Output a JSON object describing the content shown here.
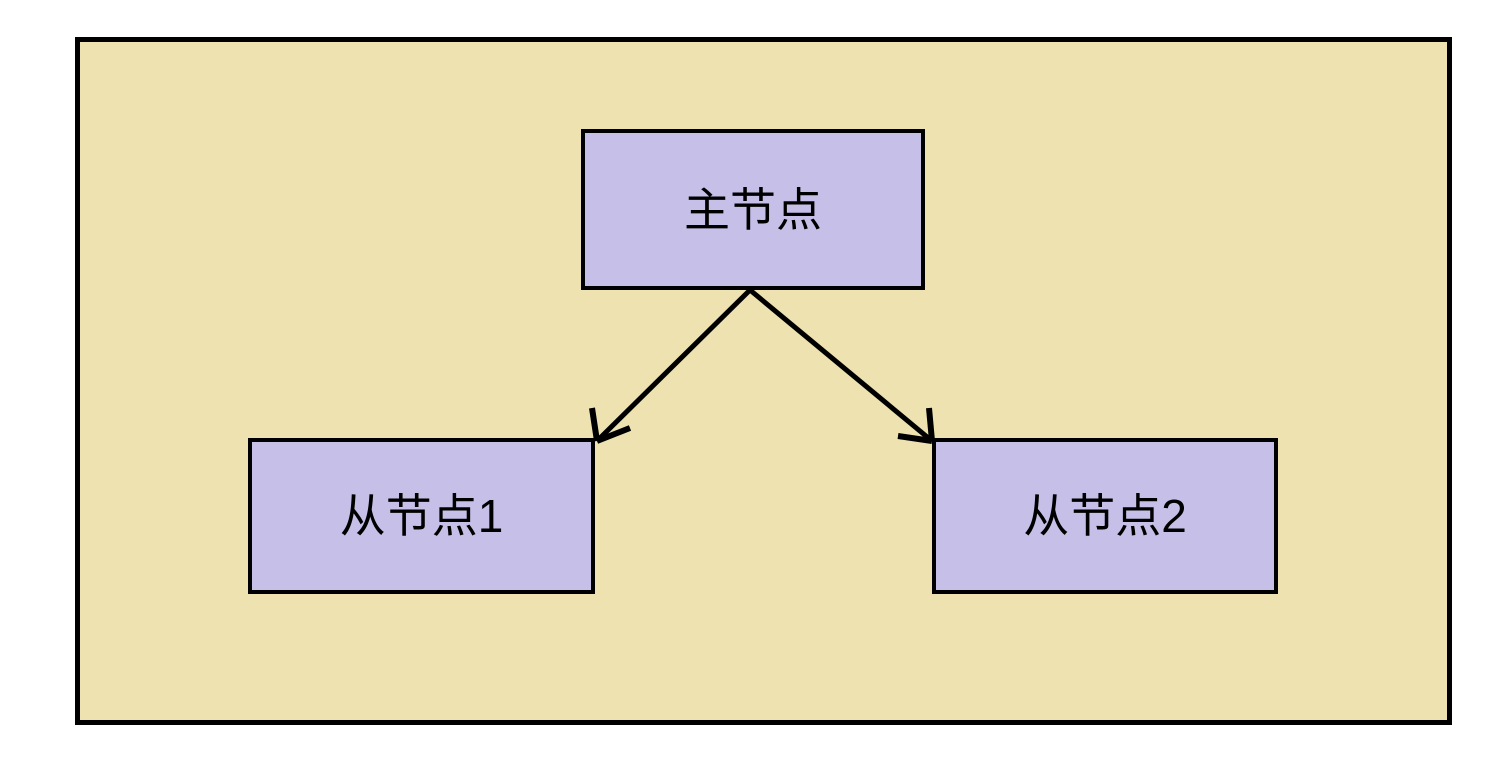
{
  "diagram": {
    "type": "node-hierarchy",
    "container": {
      "name": "cluster-boundary",
      "fill_color": "#ede2b0",
      "border_color": "#000000"
    },
    "node_style": {
      "fill_color": "#c6c0e8",
      "border_color": "#000000",
      "text_color": "#000000"
    },
    "nodes": [
      {
        "id": "master",
        "label": "主节点",
        "role": "root"
      },
      {
        "id": "replica-1",
        "label": "从节点1",
        "role": "child"
      },
      {
        "id": "replica-2",
        "label": "从节点2",
        "role": "child"
      }
    ],
    "edges": [
      {
        "from": "master",
        "to": "replica-1",
        "label": "",
        "arrow": "open",
        "color": "#000000"
      },
      {
        "from": "master",
        "to": "replica-2",
        "label": "",
        "arrow": "open",
        "color": "#000000"
      }
    ]
  }
}
